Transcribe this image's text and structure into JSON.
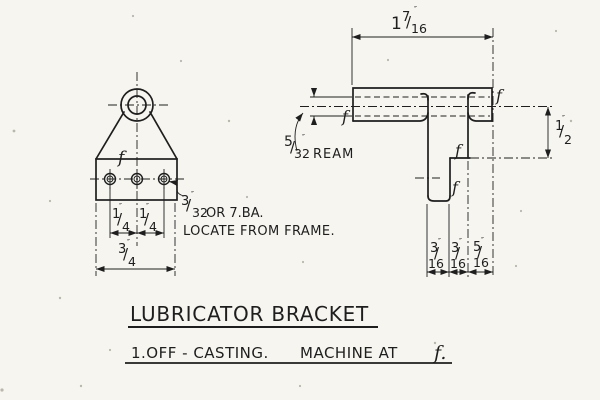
{
  "page": {
    "background": "#f6f5f0",
    "ink": "#1e1e1e"
  },
  "glyphs": {
    "slash": "/"
  },
  "title_block": {
    "title": "LUBRICATOR  BRACKET",
    "subtitle_part1": "1.OFF  -  CASTING.",
    "subtitle_part2": "MACHINE AT",
    "subtitle_f": "f."
  },
  "front_view": {
    "machine_mark": "f",
    "hole_note": {
      "num": "3",
      "den": "32",
      "unit": "″",
      "suffix": "OR 7.BA."
    },
    "hole_note_line2": "LOCATE FROM FRAME.",
    "dim_pitch_left": {
      "num": "1",
      "den": "4",
      "unit": "″"
    },
    "dim_pitch_right": {
      "num": "1",
      "den": "4",
      "unit": "″"
    },
    "dim_width": {
      "num": "3",
      "den": "4",
      "unit": "″"
    }
  },
  "side_view": {
    "dim_top": {
      "whole": "1",
      "num": "7",
      "den": "16",
      "unit": "″"
    },
    "dim_half": {
      "num": "1",
      "den": "2",
      "unit": "″"
    },
    "ream_note": {
      "num": "5",
      "den": "32",
      "unit": "″",
      "label": "REAM"
    },
    "dim_bottom_1": {
      "num": "3",
      "den": "16",
      "unit": "″"
    },
    "dim_bottom_2": {
      "num": "3",
      "den": "16",
      "unit": "″"
    },
    "dim_bottom_3": {
      "num": "5",
      "den": "16",
      "unit": "″"
    },
    "machine_marks": {
      "flange_right": "f",
      "flange_left": "f",
      "step": "f",
      "stem": "f"
    }
  }
}
